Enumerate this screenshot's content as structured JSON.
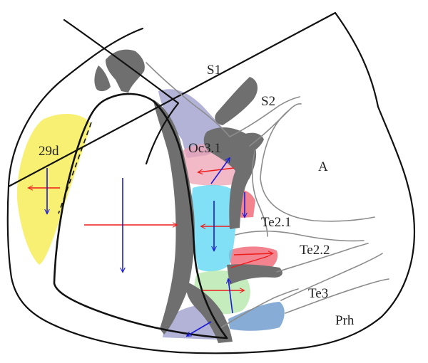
{
  "diagram": {
    "labels": {
      "s1": "S1",
      "s2": "S2",
      "a": "A",
      "oc31": "Oc3.1",
      "te21": "Te2.1",
      "te22": "Te2.2",
      "te3": "Te3",
      "prh": "Prh",
      "d29": "29d"
    },
    "colors": {
      "background": "#ffffff",
      "outline": "#111111",
      "area_border": "#8c8c8c",
      "dark_region": "#6f6f6f",
      "region_29d": "#f7ef6a",
      "region_lavender": "#9a9acb",
      "region_pink": "#eda2b4",
      "region_red": "#ef5a68",
      "region_cyan": "#58d6f3",
      "region_green": "#b2e6a6",
      "region_steelblue": "#5f91c8",
      "arrow_red": "#ee1b1b",
      "arrow_blue": "#1b1bd6"
    }
  }
}
